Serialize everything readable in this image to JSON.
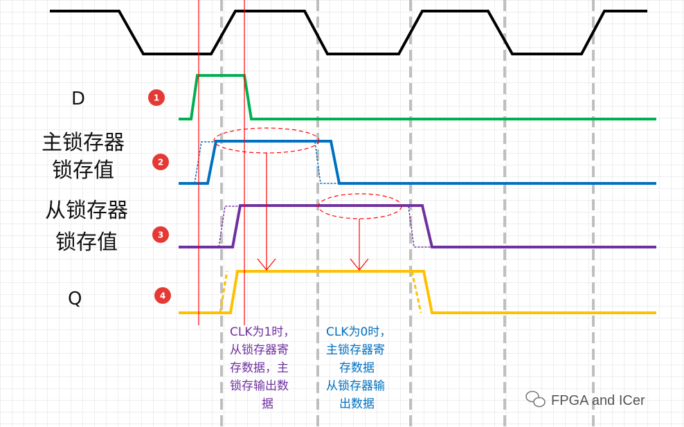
{
  "signals": {
    "d_label": "D",
    "master_label_line1": "主锁存器",
    "master_label_line2": "锁存值",
    "slave_label_line1": "从锁存器",
    "slave_label_line2": "锁存值",
    "q_label": "Q"
  },
  "badges": [
    "1",
    "2",
    "3",
    "4"
  ],
  "notes": {
    "clk1": [
      "CLK为1时，",
      "从锁存器寄",
      "存数据，主",
      "锁存输出数",
      "据"
    ],
    "clk0": [
      "CLK为0时，",
      "主锁存器寄",
      "存数据",
      "从锁存器输",
      "出数据"
    ]
  },
  "watermark": "FPGA and ICer",
  "colors": {
    "clk": "#000000",
    "d": "#00b050",
    "master": "#0070c0",
    "slave": "#7030a0",
    "q": "#ffc000",
    "marker": "#ff0000",
    "badge": "#e53935",
    "note_clk1": "#7030a0",
    "note_clk0": "#0070c0",
    "grid": "#d9d9d9",
    "dashed_divider": "#bfbfbf"
  }
}
